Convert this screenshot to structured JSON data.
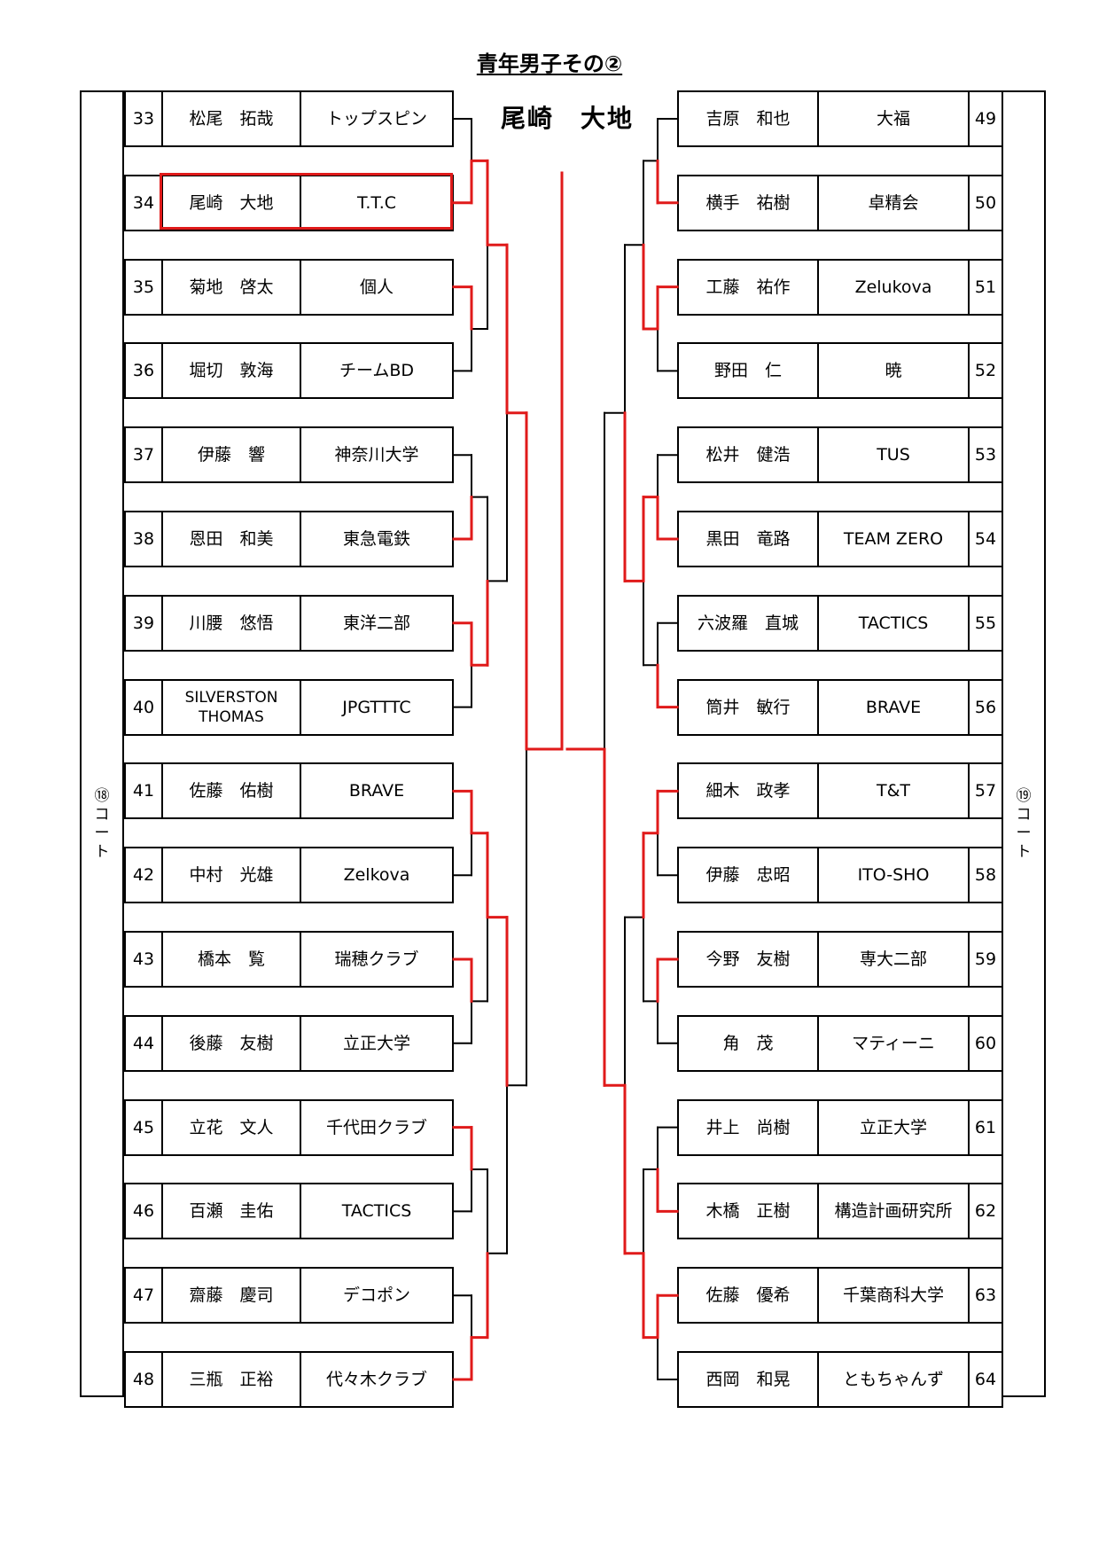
{
  "title": "青年男子その②",
  "winner": "尾崎　大地",
  "courts": {
    "left": "⑱\nコ\nー\nト",
    "right": "⑲\nコ\nー\nト"
  },
  "colors": {
    "line": "#000000",
    "highlight": "#e01a1a"
  },
  "left_entries": [
    {
      "no": "33",
      "name": "松尾　拓哉",
      "club": "トップスピン"
    },
    {
      "no": "34",
      "name": "尾崎　大地",
      "club": "T.T.C"
    },
    {
      "no": "35",
      "name": "菊地　啓太",
      "club": "個人"
    },
    {
      "no": "36",
      "name": "堀切　敦海",
      "club": "チームBD"
    },
    {
      "no": "37",
      "name": "伊藤　響",
      "club": "神奈川大学"
    },
    {
      "no": "38",
      "name": "恩田　和美",
      "club": "東急電鉄"
    },
    {
      "no": "39",
      "name": "川腰　悠悟",
      "club": "東洋二部"
    },
    {
      "no": "40",
      "name": "SILVERSTON THOMAS",
      "club": "JPGTTTC"
    },
    {
      "no": "41",
      "name": "佐藤　佑樹",
      "club": "BRAVE"
    },
    {
      "no": "42",
      "name": "中村　光雄",
      "club": "Zelkova"
    },
    {
      "no": "43",
      "name": "橋本　覧",
      "club": "瑞穂クラブ"
    },
    {
      "no": "44",
      "name": "後藤　友樹",
      "club": "立正大学"
    },
    {
      "no": "45",
      "name": "立花　文人",
      "club": "千代田クラブ"
    },
    {
      "no": "46",
      "name": "百瀬　圭佑",
      "club": "TACTICS"
    },
    {
      "no": "47",
      "name": "齋藤　慶司",
      "club": "デコポン"
    },
    {
      "no": "48",
      "name": "三瓶　正裕",
      "club": "代々木クラブ"
    }
  ],
  "right_entries": [
    {
      "no": "49",
      "name": "吉原　和也",
      "club": "大福"
    },
    {
      "no": "50",
      "name": "横手　祐樹",
      "club": "卓精会"
    },
    {
      "no": "51",
      "name": "工藤　祐作",
      "club": "Zelukova"
    },
    {
      "no": "52",
      "name": "野田　仁",
      "club": "暁"
    },
    {
      "no": "53",
      "name": "松井　健浩",
      "club": "TUS"
    },
    {
      "no": "54",
      "name": "黒田　竜路",
      "club": "TEAM ZERO"
    },
    {
      "no": "55",
      "name": "六波羅　直城",
      "club": "TACTICS"
    },
    {
      "no": "56",
      "name": "筒井　敏行",
      "club": "BRAVE"
    },
    {
      "no": "57",
      "name": "細木　政孝",
      "club": "T&T"
    },
    {
      "no": "58",
      "name": "伊藤　忠昭",
      "club": "ITO-SHO"
    },
    {
      "no": "59",
      "name": "今野　友樹",
      "club": "専大二部"
    },
    {
      "no": "60",
      "name": "角　茂",
      "club": "マティーニ"
    },
    {
      "no": "61",
      "name": "井上　尚樹",
      "club": "立正大学"
    },
    {
      "no": "62",
      "name": "木橋　正樹",
      "club": "構造計画研究所"
    },
    {
      "no": "63",
      "name": "佐藤　優希",
      "club": "千葉商科大学"
    },
    {
      "no": "64",
      "name": "西岡　和晃",
      "club": "ともちゃんず"
    }
  ],
  "left_winners": {
    "r1": [
      "34",
      "35",
      "38",
      "39",
      "41",
      "43",
      "45",
      "48"
    ],
    "r2": [
      "34",
      "39",
      "41",
      "48"
    ],
    "r3": [
      "34",
      "41"
    ],
    "r4": [
      "34"
    ]
  },
  "right_winners": {
    "r1": [
      "50",
      "51",
      "54",
      "56",
      "57",
      "59",
      "62",
      "63"
    ],
    "r2": [
      "51",
      "54",
      "57",
      "63"
    ],
    "r3": [
      "54",
      "63"
    ],
    "r4": [
      "63"
    ]
  }
}
